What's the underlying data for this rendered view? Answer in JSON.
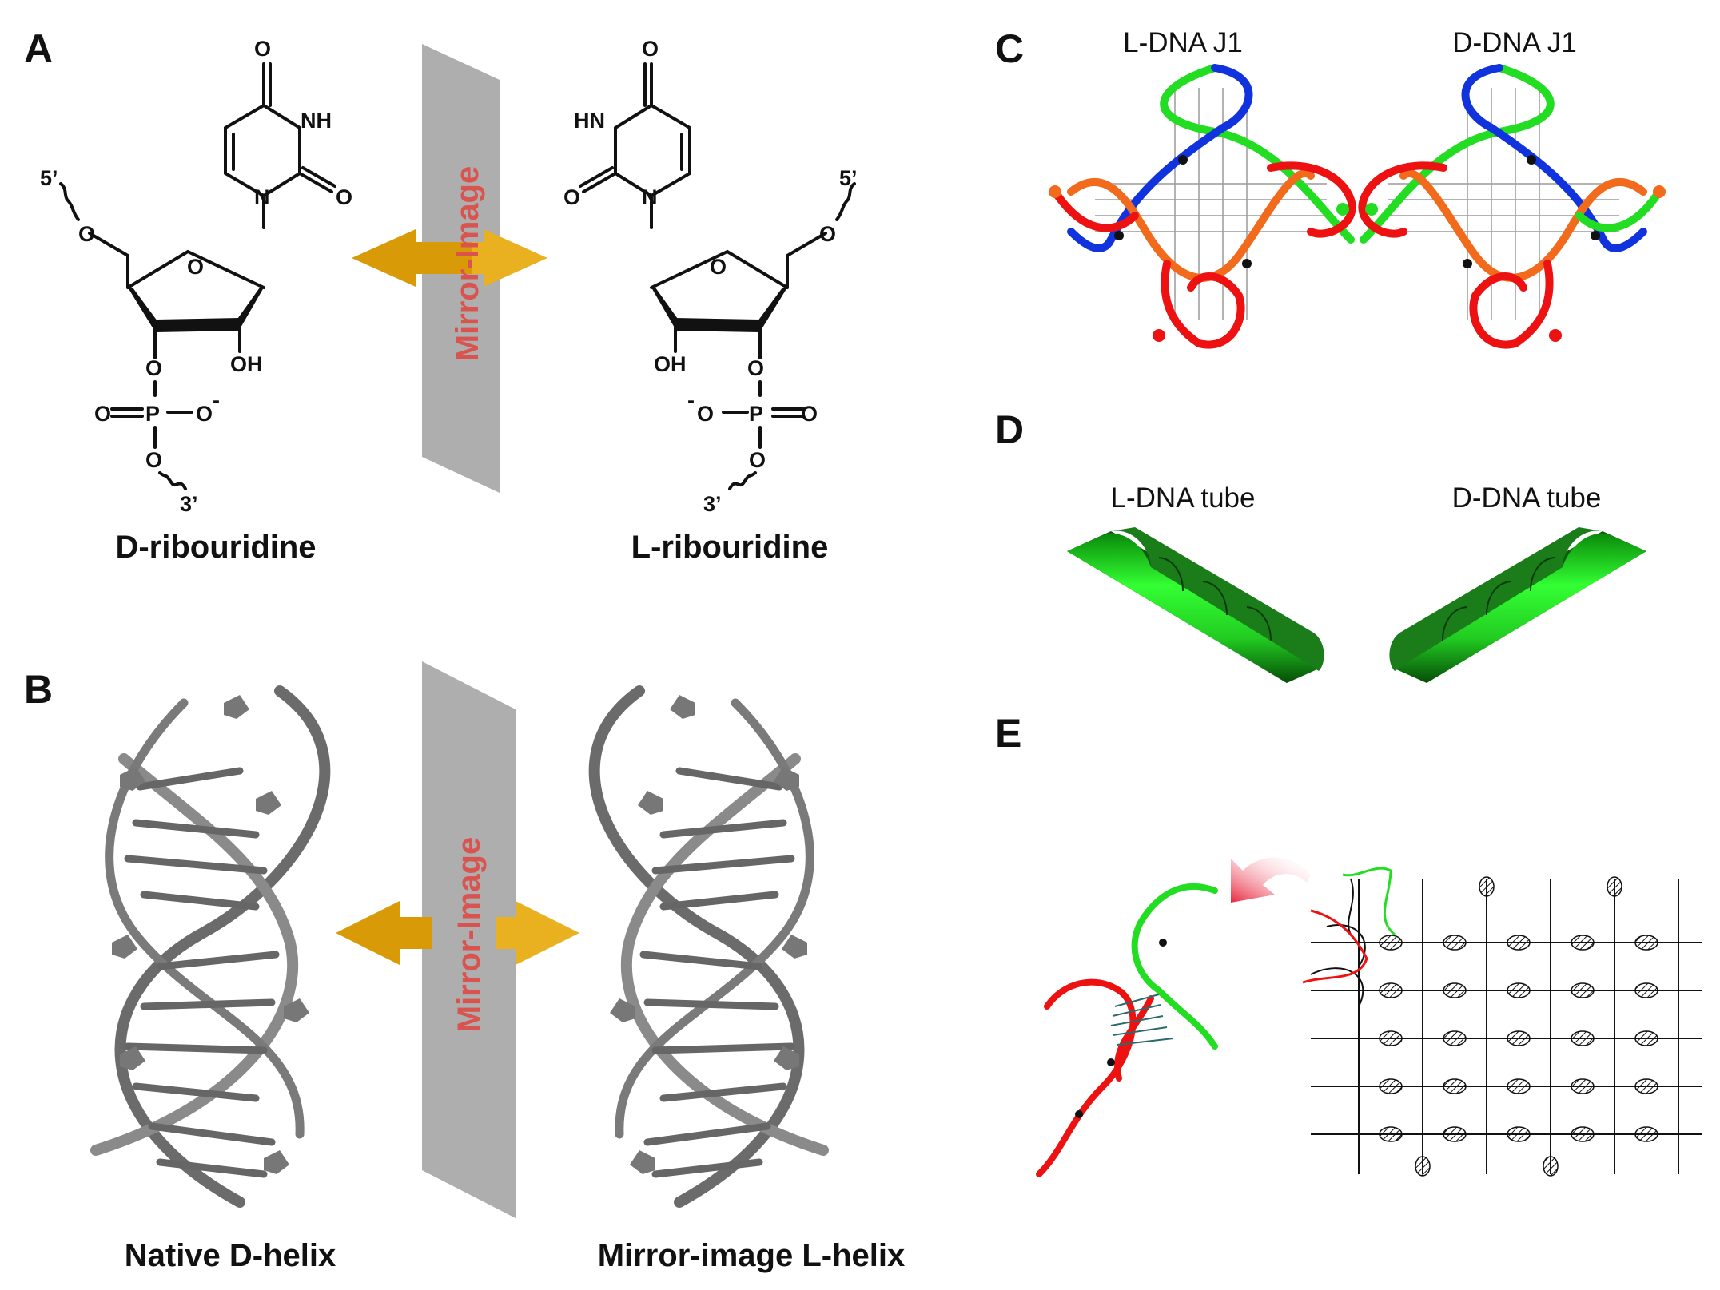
{
  "panels": {
    "a": "A",
    "b": "B",
    "c": "C",
    "d": "D",
    "e": "E"
  },
  "panel_a": {
    "mirror_text": "Mirror-Image",
    "left_caption": "D-ribouridine",
    "right_caption": "L-ribouridine",
    "atoms": {
      "O": "O",
      "NH": "NH",
      "HN": "HN",
      "N": "N",
      "OH": "OH",
      "P": "P",
      "five": "5’",
      "three": "3’",
      "minus": "-"
    }
  },
  "panel_b": {
    "mirror_text": "Mirror-Image",
    "left_caption": "Native D-helix",
    "right_caption": "Mirror-image L-helix"
  },
  "panel_c": {
    "left_label": "L-DNA J1",
    "right_label": "D-DNA J1"
  },
  "panel_d": {
    "left_label": "L-DNA tube",
    "right_label": "D-DNA tube"
  },
  "colors": {
    "arrow": "#e2a20c",
    "plate": "#aeaeae",
    "mirror_text": "#d9534f",
    "green": "#22dd22",
    "red": "#e11",
    "blue": "#1133dd",
    "orange": "#f26a1b",
    "helix": "#777777"
  }
}
